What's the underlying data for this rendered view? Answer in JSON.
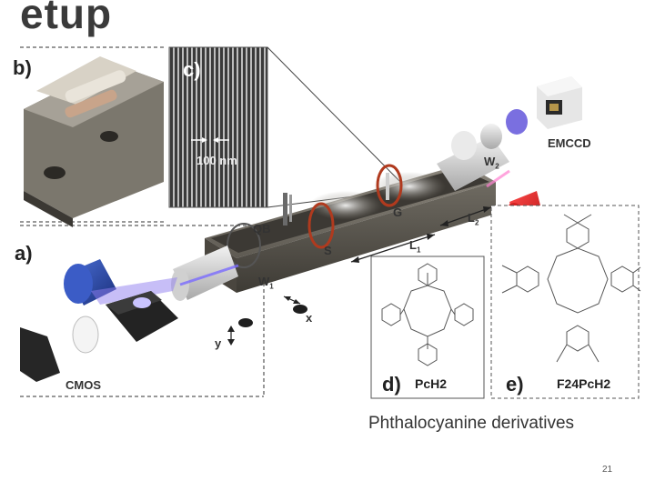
{
  "slide": {
    "title_fragment": "etup",
    "caption": "Phthalocyanine derivatives",
    "page_number": "21"
  },
  "panels": {
    "a": "a)",
    "b": "b)",
    "c": "c)",
    "d": "d)",
    "e": "e)"
  },
  "scale_bar": {
    "label": "100 nm"
  },
  "components": {
    "emccd": "EMCCD",
    "cmos": "CMOS",
    "qb": "QB",
    "s": "S",
    "g": "G",
    "w1": "W",
    "w1_sub": "1",
    "w2": "W",
    "w2_sub": "2",
    "l1": "L",
    "l1_sub": "1",
    "l2": "L",
    "l2_sub": "2",
    "axis_x": "x",
    "axis_y": "y"
  },
  "molecules": {
    "d": "PcH2",
    "e": "F24PcH2"
  }
}
